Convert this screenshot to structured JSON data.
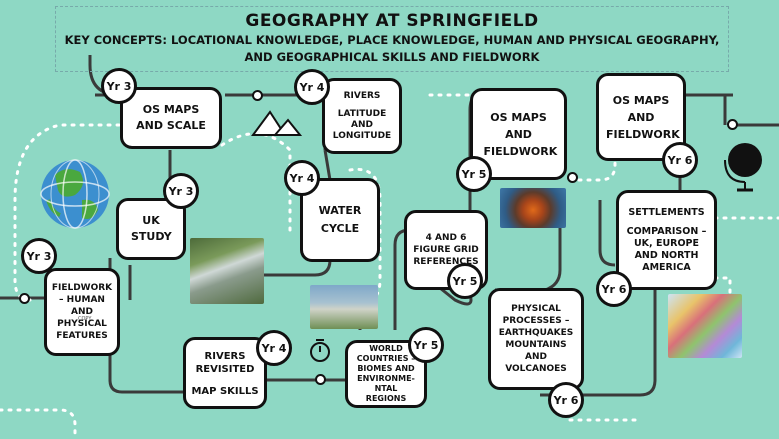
{
  "title": "GEOGRAPHY AT SPRINGFIELD",
  "subtitle_line1": "KEY CONCEPTS: LOCATIONAL KNOWLEDGE, PLACE KNOWLEDGE, HUMAN AND PHYSICAL GEOGRAPHY,",
  "subtitle_line2": "AND GEOGRAPHICAL SKILLS AND FIELDWORK",
  "cards": {
    "os_maps_scale": "OS MAPS AND SCALE",
    "rivers_lat": "RIVERS",
    "rivers_lat2": "LATITUDE AND LONGITUDE",
    "uk_study": "UK STUDY",
    "water_cycle": "WATER CYCLE",
    "fieldwork_human": "FIELDWORK – HUMAN AND PHYSICAL FEATURES",
    "rivers_revisited": "RIVERS REVISITED",
    "map_skills": "MAP SKILLS",
    "world_countries": "WORLD COUNTRIES – BIOMES AND ENVIRONME-NTAL REGIONS",
    "os_maps_fieldwork_5": "OS MAPS AND FIELDWORK",
    "grid_refs": "4 AND 6 FIGURE GRID REFERENCES",
    "physical_processes": "PHYSICAL PROCESSES – EARTHQUAKES MOUNTAINS AND VOLCANOES",
    "os_maps_fieldwork_6": "OS MAPS AND FIELDWORK",
    "settlements": "SETTLEMENTS",
    "comparison": "COMPARISON – UK, EUROPE AND NORTH AMERICA"
  },
  "badges": {
    "b1": "Yr 3",
    "b2": "Yr 4",
    "b3": "Yr 3",
    "b4": "Yr 4",
    "b5": "Yr 3",
    "b6": "Yr 4",
    "b7": "Yr 5",
    "b8": "Yr 5",
    "b9": "Yr 5",
    "b10": "Yr 6",
    "b11": "Yr 6",
    "b12": "Yr 6"
  },
  "colors": {
    "background": "#8ed8c4",
    "line": "#3a3a3a",
    "card": "#ffffff"
  }
}
